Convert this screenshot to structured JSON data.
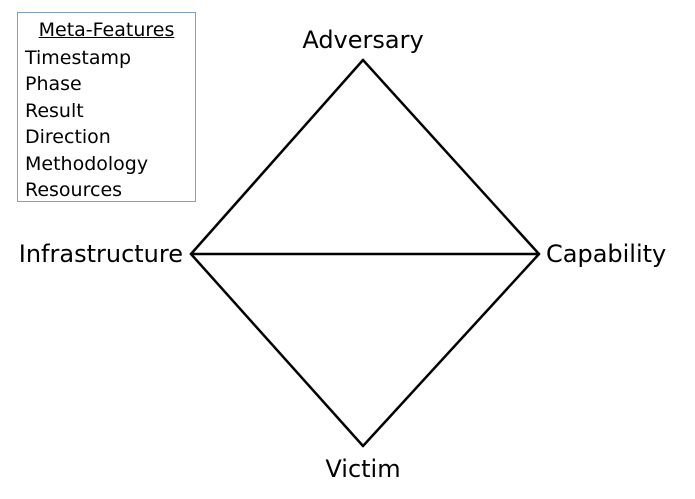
{
  "meta_features": {
    "title": "Meta-Features",
    "items": [
      "Timestamp",
      "Phase",
      "Result",
      "Direction",
      "Methodology",
      "Resources"
    ]
  },
  "nodes": {
    "adversary": "Adversary",
    "infrastructure": "Infrastructure",
    "capability": "Capability",
    "victim": "Victim"
  },
  "colors": {
    "line": "#000000",
    "box_border": "#7f9fc4",
    "text": "#000000"
  }
}
